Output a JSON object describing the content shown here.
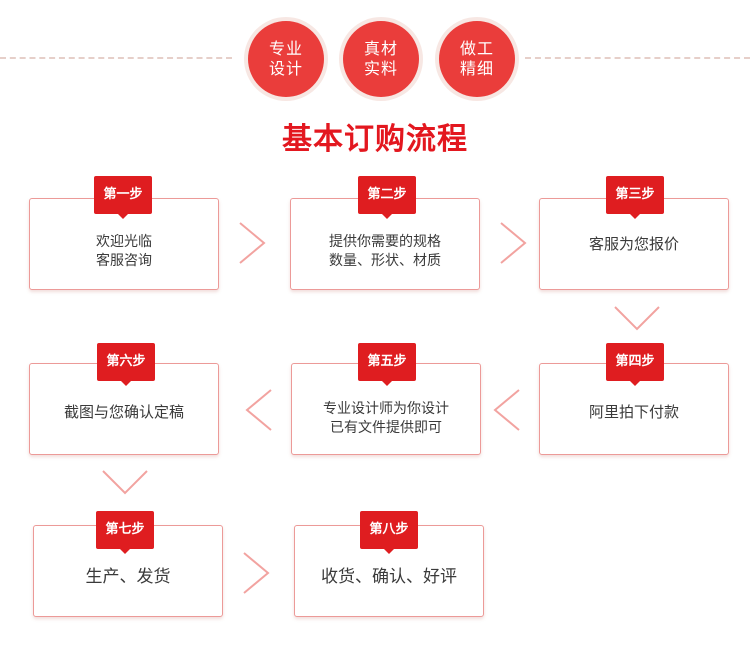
{
  "features": [
    {
      "line1": "专业",
      "line2": "设计"
    },
    {
      "line1": "真材",
      "line2": "实料"
    },
    {
      "line1": "做工",
      "line2": "精细"
    }
  ],
  "title": "基本订购流程",
  "steps": [
    {
      "label": "第一步",
      "lines": [
        "欢迎光临",
        "客服咨询"
      ]
    },
    {
      "label": "第二步",
      "lines": [
        "提供你需要的规格",
        "数量、形状、材质"
      ]
    },
    {
      "label": "第三步",
      "lines": [
        "客服为您报价"
      ]
    },
    {
      "label": "第四步",
      "lines": [
        "阿里拍下付款"
      ]
    },
    {
      "label": "第五步",
      "lines": [
        "专业设计师为你设计",
        "已有文件提供即可"
      ]
    },
    {
      "label": "第六步",
      "lines": [
        "截图与您确认定稿"
      ]
    },
    {
      "label": "第七步",
      "lines": [
        "生产、发货"
      ]
    },
    {
      "label": "第八步",
      "lines": [
        "收货、确认、好评"
      ]
    }
  ],
  "colors": {
    "accent": "#e3171f",
    "badge": "#df1d20",
    "border": "#ec9a98",
    "arrow": "#f2a3a0"
  }
}
